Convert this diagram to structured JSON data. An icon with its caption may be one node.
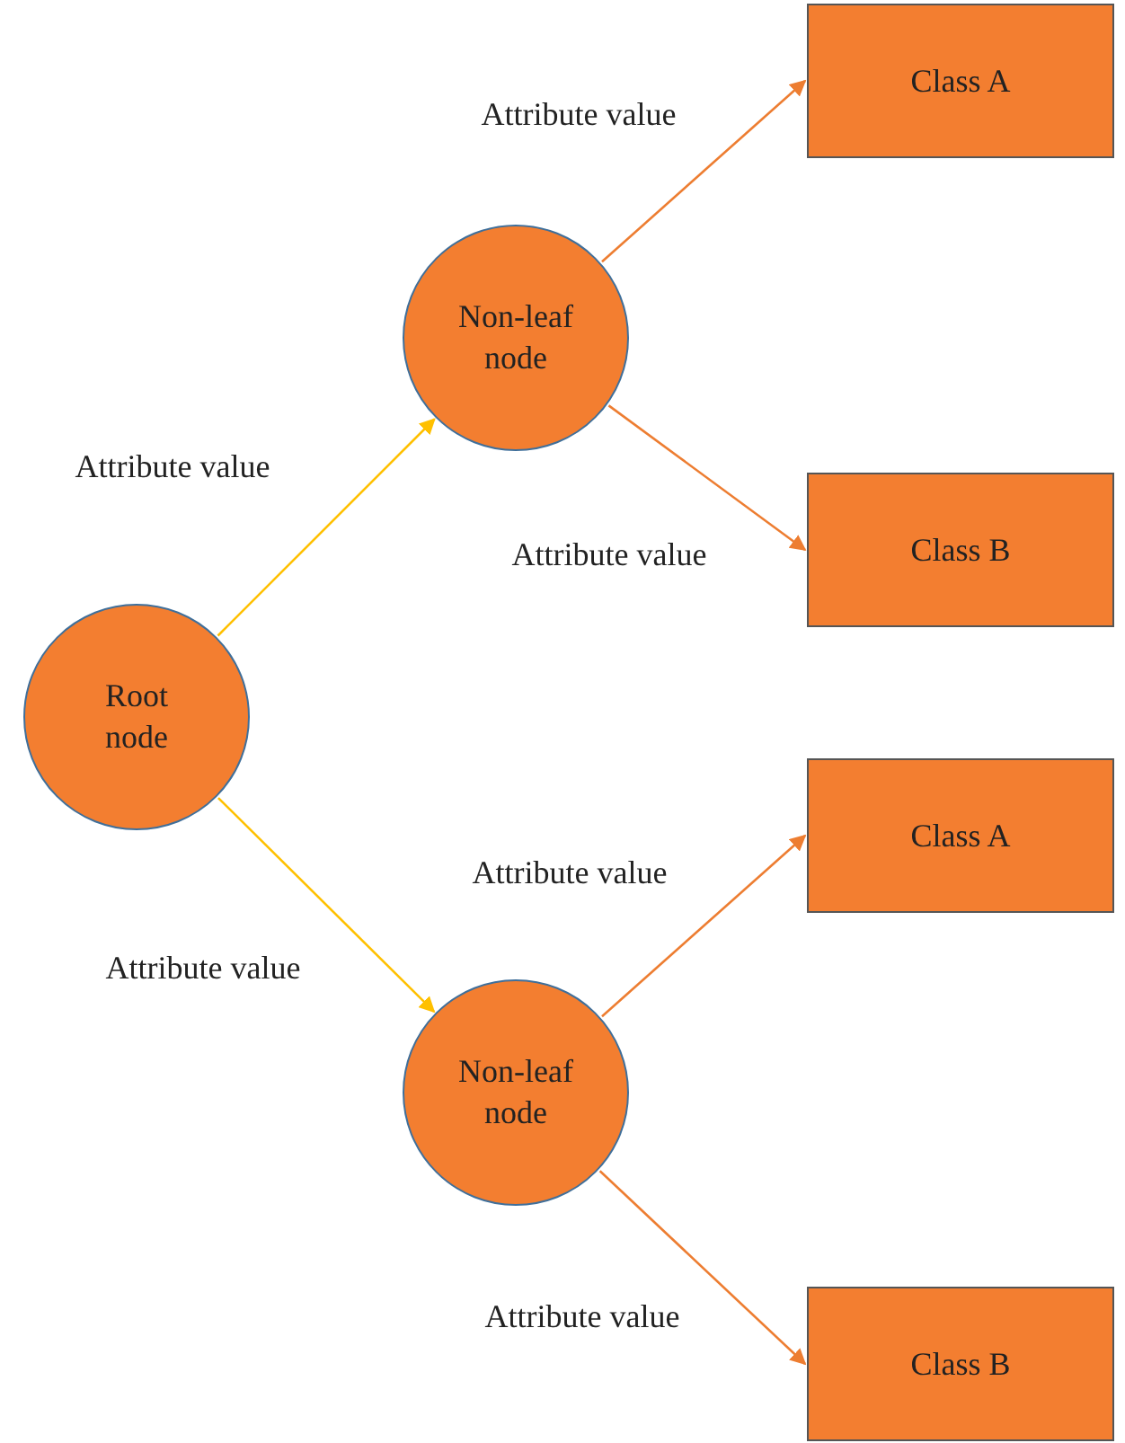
{
  "diagram": {
    "nodes": [
      {
        "text": [
          "Root node"
        ]
      },
      {
        "text": [
          "Non-leaf node"
        ]
      },
      {
        "text": [
          "Class A"
        ]
      },
      {
        "text": [
          "Class B"
        ]
      },
      {
        "text": [
          "Non-leaf node"
        ]
      },
      {
        "text": [
          "Class A"
        ]
      },
      {
        "text": [
          "Class B"
        ]
      }
    ],
    "edges": [
      {
        "from": 0,
        "to": 1,
        "arrow": "to",
        "label": "Attribute value",
        "color": "#ffc000"
      },
      {
        "from": 1,
        "to": 2,
        "arrow": "to",
        "label": "Attribute value"
      },
      {
        "from": 1,
        "to": 3,
        "arrow": "to",
        "label": "Attribute value"
      },
      {
        "from": 0,
        "to": 4,
        "arrow": "to",
        "label": "Attribute value",
        "color": "#ffc000"
      },
      {
        "from": 4,
        "to": 5,
        "arrow": "to",
        "label": "Attribute value"
      },
      {
        "from": 4,
        "to": 6,
        "arrow": "to",
        "label": "Attribute value"
      }
    ]
  }
}
